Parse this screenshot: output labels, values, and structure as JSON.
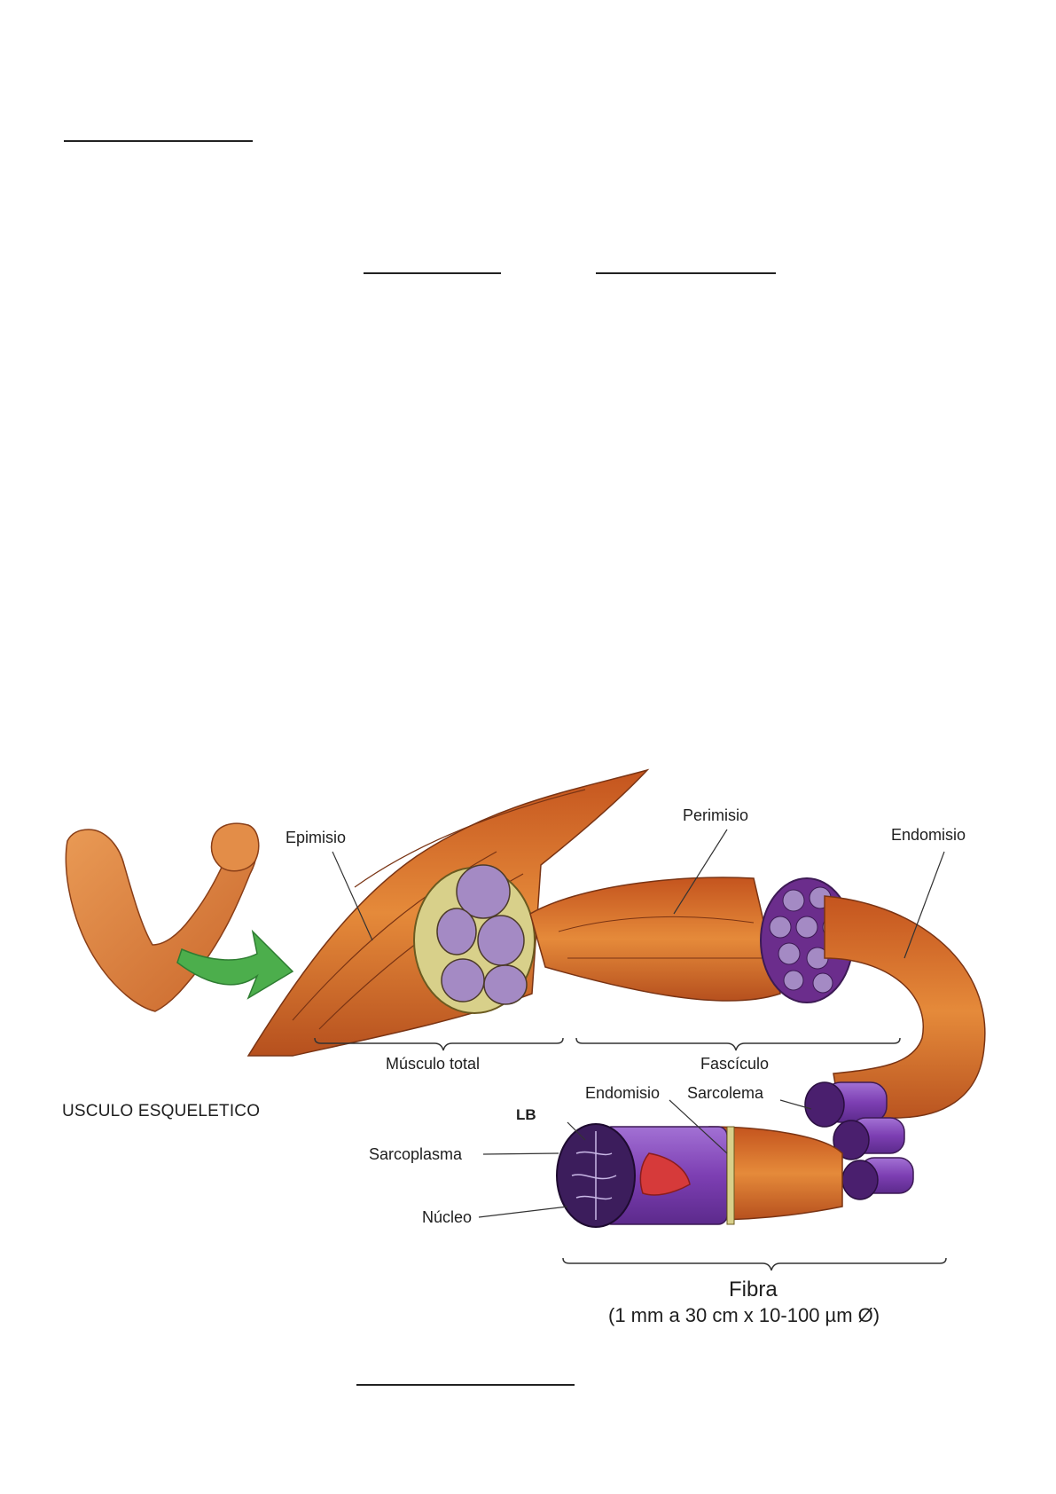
{
  "figure": {
    "caption": "USCULO ESQUELETICO",
    "labels": {
      "epimisio": "Epimisio",
      "perimisio": "Perimisio",
      "endomisio_top": "Endomisio",
      "endomisio_bottom": "Endomisio",
      "sarcolema": "Sarcolema",
      "lb": "LB",
      "sarcoplasma": "Sarcoplasma",
      "nucleo": "Núcleo",
      "musculo_total": "Músculo total",
      "fasciculo": "Fascículo",
      "fibra": "Fibra",
      "fibra_size": "(1 mm a 30 cm x 10-100 µm Ø)"
    },
    "colors": {
      "muscle": "#d9782f",
      "muscle_dark": "#a3481c",
      "fascicle_fill": "#a48ac4",
      "fiber_purple": "#8a4fc0",
      "sheath": "#d8d08a",
      "arrow_green": "#4cae4c",
      "nucleus_red": "#d63a3a"
    }
  }
}
